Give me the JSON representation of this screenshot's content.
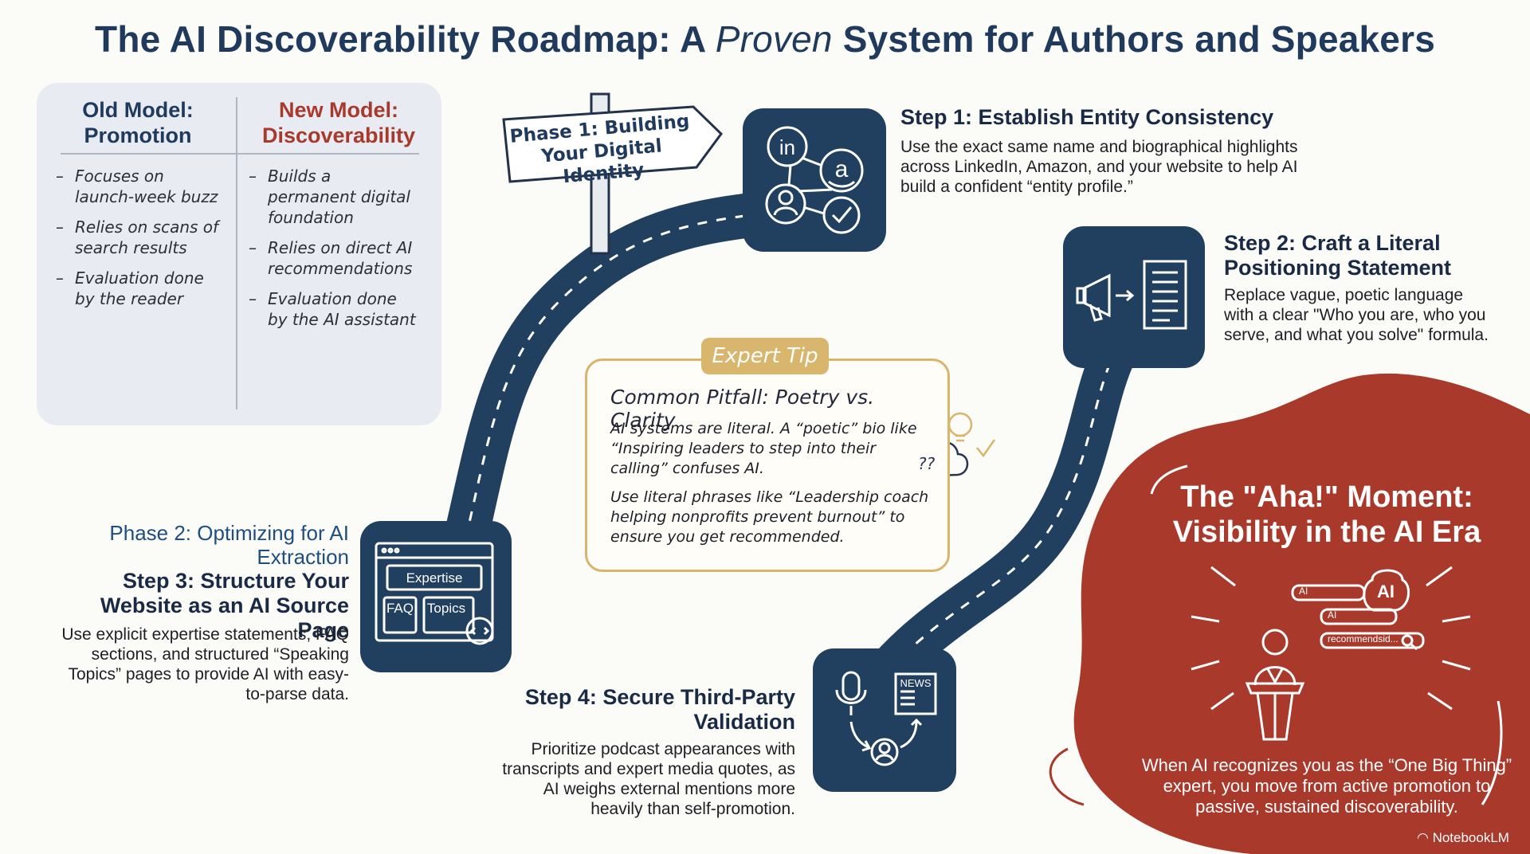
{
  "title": {
    "before": "The AI Discoverability Roadmap: A ",
    "emphasis": "Proven",
    "after": " System for Authors and Speakers"
  },
  "comparison": {
    "old_header": "Old Model: Promotion",
    "new_header": "New Model: Discoverability",
    "old_items": [
      "Focuses on launch-week buzz",
      "Relies on scans of search results",
      "Evaluation done by the reader"
    ],
    "new_items": [
      "Builds a permanent digital foundation",
      "Relies on direct AI recommendations",
      "Evaluation done by the AI assistant"
    ]
  },
  "sign": {
    "text": "Phase 1: Building Your Digital Identity"
  },
  "step1": {
    "heading": "Step 1: Establish Entity Consistency",
    "body": "Use the exact same name and biographical highlights across LinkedIn, Amazon, and your website to help AI build a confident “entity profile.”",
    "icon_in": "in",
    "icon_a": "a"
  },
  "step2": {
    "heading": "Step 2: Craft a Literal Positioning Statement",
    "body": "Replace vague, poetic language with a clear \"Who you are, who you serve, and what you solve\" formula."
  },
  "phase2": {
    "heading": "Phase 2: Optimizing for AI Extraction"
  },
  "step3": {
    "heading": "Step 3: Structure Your Website as an AI Source Page",
    "body": "Use explicit expertise statements, FAQ sections, and structured “Speaking Topics” pages to provide AI with easy-to-parse data.",
    "tile_expertise": "Expertise",
    "tile_faq": "FAQ",
    "tile_topics": "Topics"
  },
  "step4": {
    "heading": "Step 4: Secure Third-Party Validation",
    "body": "Prioritize podcast appearances with transcripts and expert media quotes, as AI weighs external mentions more heavily than self-promotion.",
    "icon_news": "NEWS"
  },
  "tip": {
    "badge": "Expert Tip",
    "title": "Common Pitfall: Poetry vs. Clarity",
    "body1": "AI systems are literal. A “poetic” bio like “Inspiring leaders to step into their calling” confuses AI.",
    "body2": "Use literal phrases like “Leadership coach helping nonprofits prevent burnout” to ensure you get recommended.",
    "cloud_text": "??"
  },
  "aha": {
    "title": "The \"Aha!\" Moment: Visibility in the AI Era",
    "body": "When AI recognizes you as the “One Big Thing” expert, you move from active promotion to passive, sustained discoverability.",
    "search1": "AI",
    "search2": "AI",
    "search3": "recommendsid...",
    "badge": "AI"
  },
  "brand": "NotebookLM",
  "colors": {
    "navy": "#213f5f",
    "rust": "#a8392b",
    "gold": "#d8b56a",
    "panel": "#e8ecf2"
  }
}
